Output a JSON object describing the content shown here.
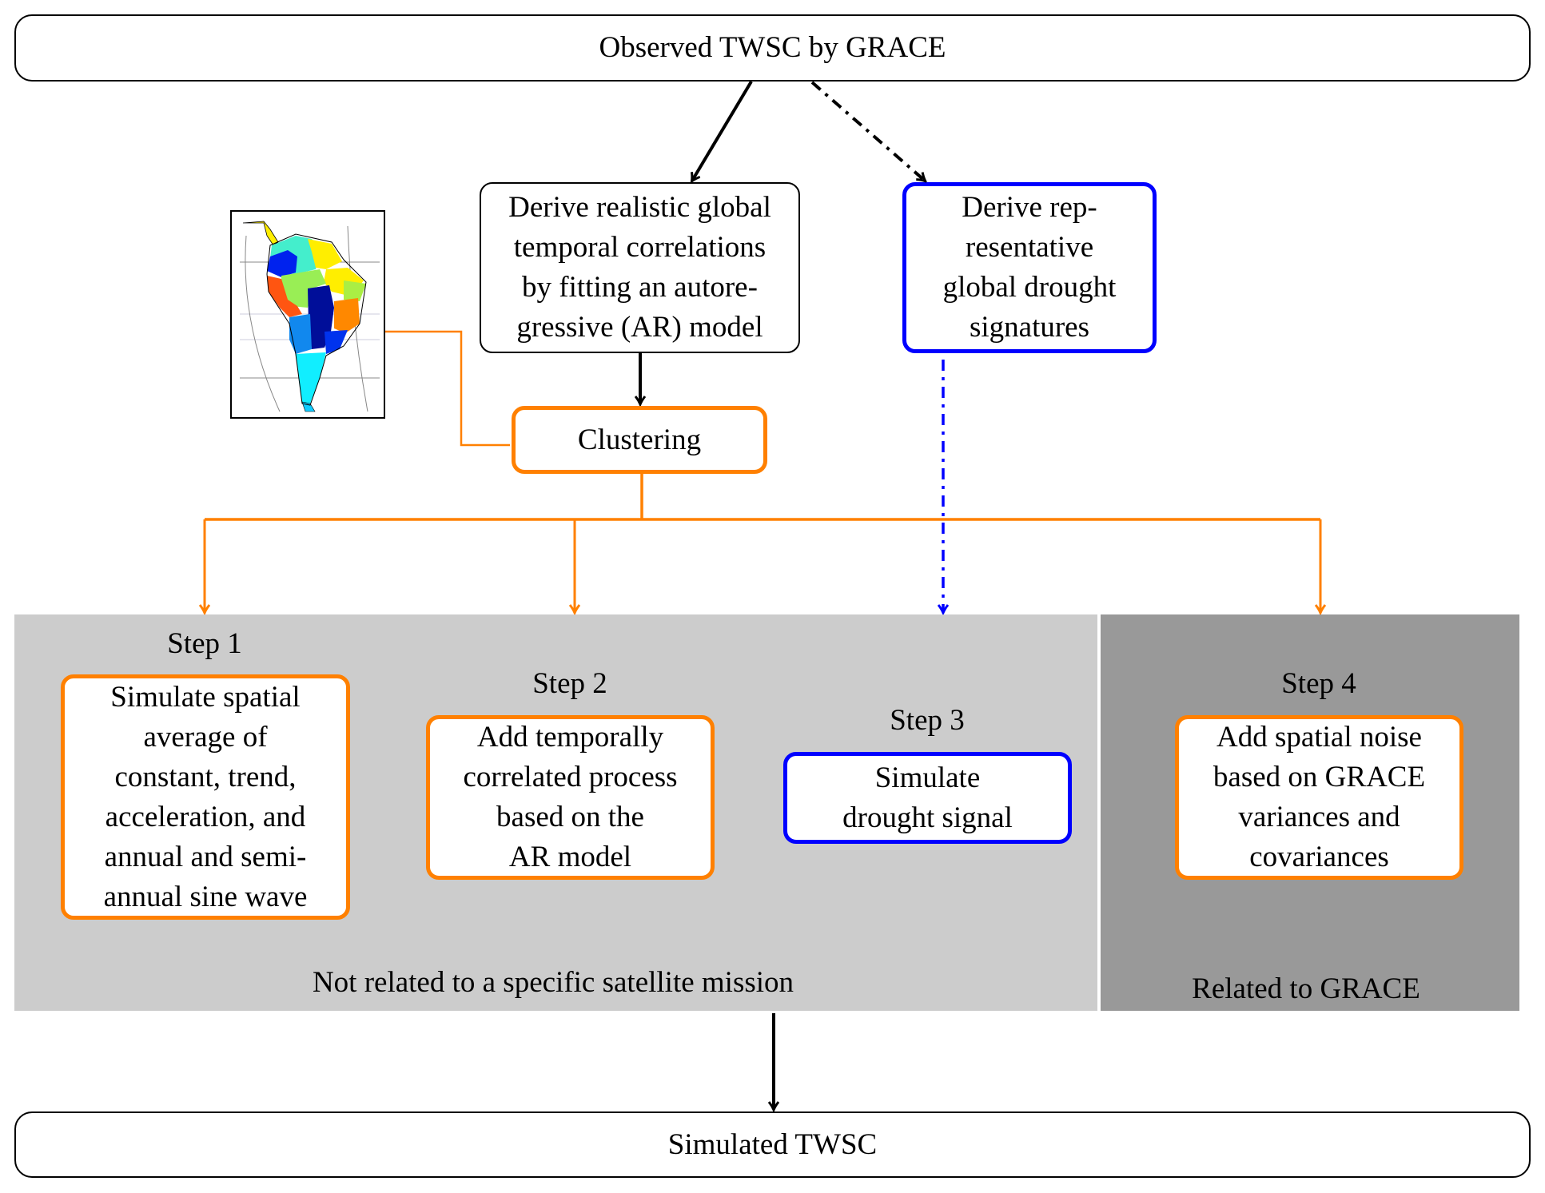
{
  "diagram": {
    "top": {
      "label": "Observed TWSC by GRACE"
    },
    "ar_box": {
      "lines": [
        "Derive realistic global",
        "temporal correlations",
        "by fitting an autore-",
        "gressive (AR) model"
      ]
    },
    "drought_box": {
      "lines": [
        "Derive rep-",
        "resentative",
        "global drought",
        "signatures"
      ]
    },
    "map": {
      "icon": "south-america-cluster-map-icon",
      "description": "Clustered map of South America"
    },
    "clustering": {
      "label": "Clustering"
    },
    "steps": [
      {
        "title": "Step 1",
        "lines": [
          "Simulate spatial",
          "average of",
          "constant, trend,",
          "acceleration, and",
          "annual and semi-",
          "annual sine wave"
        ],
        "color": "#ff8000"
      },
      {
        "title": "Step 2",
        "lines": [
          "Add temporally",
          "correlated process",
          "based on the",
          "AR model"
        ],
        "color": "#ff8000"
      },
      {
        "title": "Step 3",
        "lines": [
          "Simulate",
          "drought signal"
        ],
        "color": "#0000ff"
      },
      {
        "title": "Step 4",
        "lines": [
          "Add spatial noise",
          "based on GRACE",
          "variances and",
          "covariances"
        ],
        "color": "#ff8000"
      }
    ],
    "panels": {
      "not_related": "Not related to a specific satellite mission",
      "related": "Related to GRACE"
    },
    "bottom": {
      "label": "Simulated TWSC"
    },
    "colors": {
      "orange": "#ff8000",
      "blue": "#0000ff",
      "panel_light": "#cccccc",
      "panel_dark": "#999999",
      "black": "#000000"
    }
  }
}
